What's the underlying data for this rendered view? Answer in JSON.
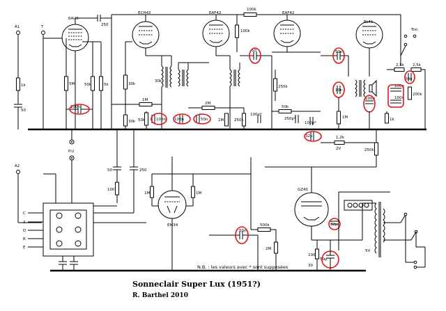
{
  "tubes": {
    "t1": "6AU6",
    "t2": "ECH42",
    "t3": "EAF42",
    "t4": "EAF42",
    "t5": "EL41",
    "t6": "EM34",
    "t7": "GZ40"
  },
  "terminals": {
    "a1": "A1",
    "t": "T",
    "a2": "A2",
    "pu": "P.U",
    "tone": "Ton."
  },
  "switch_labels": [
    "C",
    "A",
    "D",
    "R",
    "E"
  ],
  "values": {
    "c250": "250",
    "r100k_top": "100k",
    "r1k": "1k",
    "c50_left": "50",
    "r5m": "5M",
    "r50k_a": "50k",
    "r5k": "5k",
    "r30k_a": "30k",
    "r30k_b": "30k",
    "r30k_c": "30k",
    "r100k_b": "100k",
    "c100n_a": "100n",
    "r1m_a": "1M",
    "r1m_b": "1M",
    "r2m": "2M",
    "r50k_b": "50k",
    "c100n_b": "100n",
    "c100n_c": "100n",
    "c50n_a": "50n",
    "r1m_c": "1M",
    "r250k_a": "250k",
    "c100p_a": "100p*",
    "r50k_c": "50k",
    "c250p": "250p*",
    "c100p_b": "100p*",
    "c50_red": "50",
    "r250k_b": "250k",
    "c50n_b": "50n",
    "c10n": "10n",
    "c100n_d": "100n",
    "r1m_d": "1M",
    "c100n_e": "100n",
    "c100n_f": "100n",
    "r200k": "200k",
    "r25k_a": "2,5k",
    "r25k_b": "2,5k",
    "c20n": "20n",
    "r1k_b": "1k",
    "c32u": "32µ",
    "r12k": "1,2k",
    "v2": "2V",
    "r250k_c": "250k",
    "c50_b": "50",
    "c250_b": "250",
    "r100": "100",
    "r1m_e": "1M",
    "r1m_f": "1M",
    "c50n_c": "50n",
    "r500k": "500k",
    "r2m_b": "2M",
    "c32u_b": "32µ",
    "r100_b": "100",
    "c50u": "50µ",
    "v30": "30",
    "v5": "5V"
  },
  "note": "N.B. : les valeurs avec * sont supposées",
  "title": "Sonneclair Super Lux (1951?)",
  "author": "R. Barthel 2010"
}
